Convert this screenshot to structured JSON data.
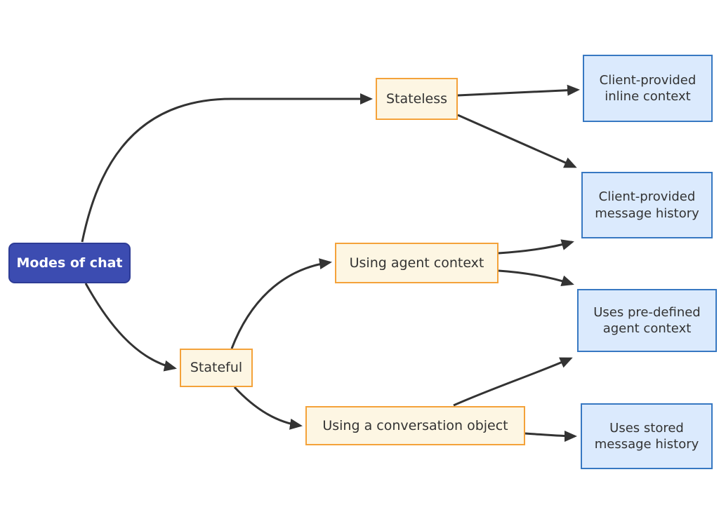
{
  "diagram": {
    "type": "flowchart",
    "direction": "left-to-right",
    "nodes": {
      "root": {
        "label": "Modes of chat"
      },
      "stateless": {
        "label": "Stateless"
      },
      "stateful": {
        "label": "Stateful"
      },
      "agent_context": {
        "label": "Using agent context"
      },
      "conversation_object": {
        "label": "Using a conversation object"
      },
      "inline_context": {
        "label": "Client-provided inline context"
      },
      "message_history": {
        "label": "Client-provided message history"
      },
      "predefined_context": {
        "label": "Uses pre-defined agent context"
      },
      "stored_history": {
        "label": "Uses stored message history"
      }
    },
    "edges": [
      {
        "from": "root",
        "to": "stateless"
      },
      {
        "from": "root",
        "to": "stateful"
      },
      {
        "from": "stateless",
        "to": "inline_context"
      },
      {
        "from": "stateless",
        "to": "message_history"
      },
      {
        "from": "stateful",
        "to": "agent_context"
      },
      {
        "from": "stateful",
        "to": "conversation_object"
      },
      {
        "from": "agent_context",
        "to": "message_history"
      },
      {
        "from": "agent_context",
        "to": "predefined_context"
      },
      {
        "from": "conversation_object",
        "to": "predefined_context"
      },
      {
        "from": "conversation_object",
        "to": "stored_history"
      }
    ],
    "colors": {
      "background": "#ffffff",
      "root_fill": "#3c4cb1",
      "root_border": "#2e3c96",
      "root_text": "#ffffff",
      "warm_fill": "#fdf6e3",
      "warm_border": "#f4a23a",
      "cool_fill": "#dbeafd",
      "cool_border": "#3778c2",
      "node_text": "#333333",
      "edge": "#333333"
    }
  }
}
